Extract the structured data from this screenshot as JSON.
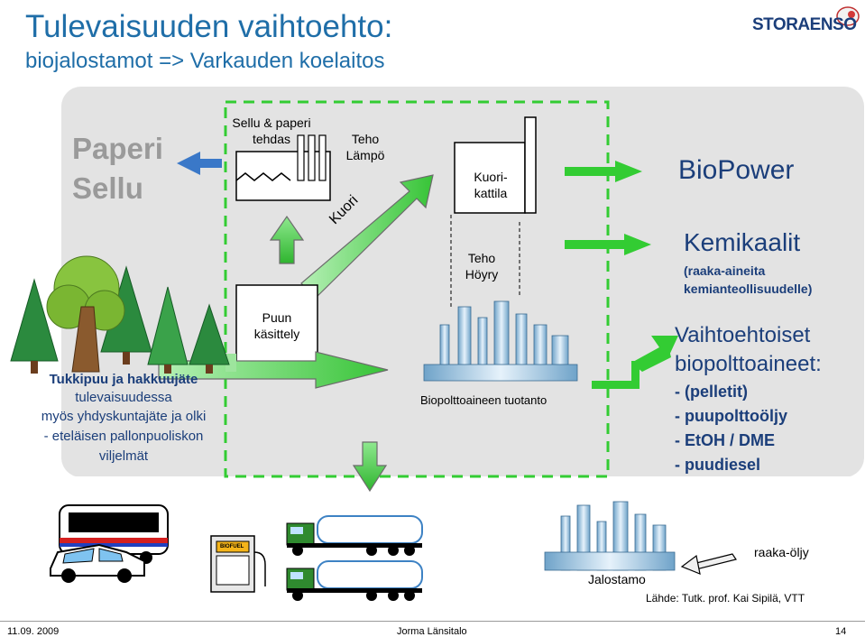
{
  "header": {
    "title_line1": "Tulevaisuuden vaihtoehto:",
    "title_line2": "biojalostamot => Varkauden koelaitos",
    "logo_text": "STORAENSO"
  },
  "diagram": {
    "paper_pulp_line1": "Paperi",
    "paper_pulp_line2": "Sellu",
    "mill_line1": "Sellu & paperi",
    "mill_line2": "tehdas",
    "power_heat_line1": "Teho",
    "power_heat_line2": "Lämpö",
    "boiler_line1": "Kuori-",
    "boiler_line2": "kattila",
    "bark": "Kuori",
    "power_steam_line1": "Teho",
    "power_steam_line2": "Höyry",
    "wood_processing_line1": "Puun",
    "wood_processing_line2": "käsittely",
    "biofuel_production": "Biopolttoaineen tuotanto",
    "raw_material_line1": "Tukkipuu ja hakkuujäte",
    "raw_material_line2": "tulevaisuudessa",
    "raw_material_line3": "myös yhdyskuntajäte ja olki",
    "raw_material_line4": "- eteläisen pallonpuoliskon",
    "raw_material_line5": "viljelmät",
    "refinery": "Jalostamo",
    "crude_oil": "raaka-öljy",
    "pump_sign": "BIOFUEL"
  },
  "outputs": {
    "biopower": "BioPower",
    "chemicals": "Kemikaalit",
    "chemicals_note_line1": "(raaka-aineita",
    "chemicals_note_line2": "kemianteollisuudelle)",
    "alt_fuels_line1": "Vaihtoehtoiset",
    "alt_fuels_line2": "biopolttoaineet:",
    "items": [
      "- (pelletit)",
      "- puupolttoöljy",
      "- EtOH / DME",
      "- puudiesel"
    ]
  },
  "source": "Lähde: Tutk. prof. Kai Sipilä, VTT",
  "footer": {
    "date": "11.09. 2009",
    "author": "Jorma Länsitalo",
    "page": "14"
  },
  "colors": {
    "title": "#1f6ea8",
    "green": "#33cc33",
    "blue_arrow": "#3a78c8",
    "panel": "#e3e3e3",
    "dashed_border": "#33cc33"
  }
}
